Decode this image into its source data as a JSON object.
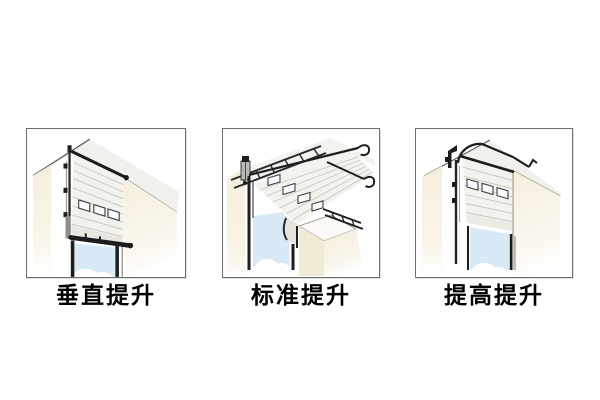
{
  "figures": [
    {
      "label": "垂直提升",
      "icon": "vertical-lift-door-illustration"
    },
    {
      "label": "标准提升",
      "icon": "standard-lift-door-illustration"
    },
    {
      "label": "提高提升",
      "icon": "high-lift-door-illustration"
    }
  ],
  "colors": {
    "background": "#ffffff",
    "panel_border": "#6e6e6e",
    "label_text": "#000000",
    "wall_cream": "#f5eedd",
    "ceiling_gray": "#f0f1ec",
    "sky_blue": "#d7eaf6",
    "door_face": "#f3f3ee",
    "door_seam": "#c7c7c1",
    "hardware_black": "#1d1d1d",
    "bracket_gray": "#b9b9b5"
  }
}
